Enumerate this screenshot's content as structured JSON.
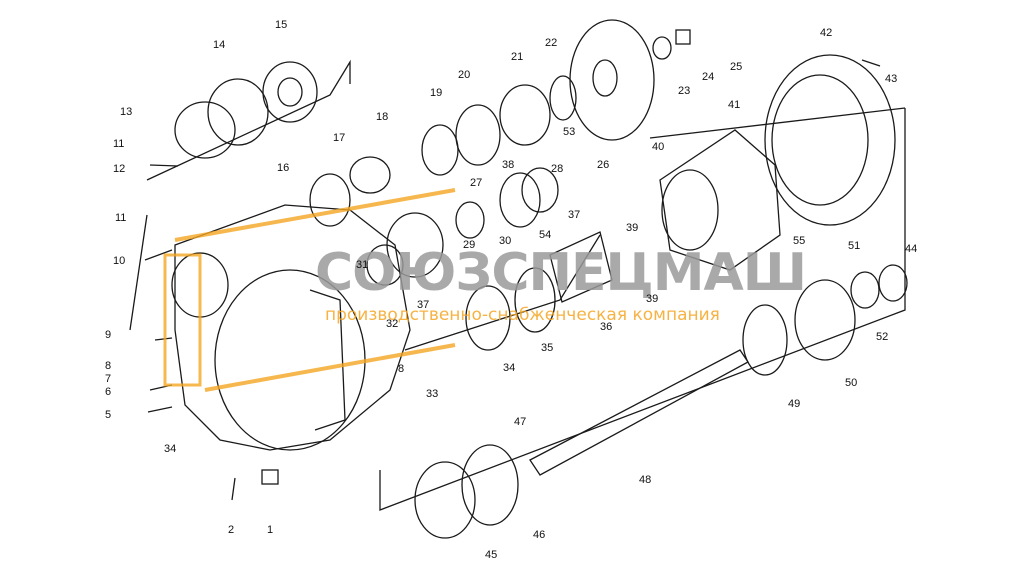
{
  "diagram": {
    "type": "exploded-parts-drawing",
    "line_color": "#1a1a1a",
    "callouts": [
      "1",
      "2",
      "5",
      "6",
      "7",
      "8",
      "8",
      "9",
      "10",
      "11",
      "11",
      "12",
      "13",
      "14",
      "15",
      "16",
      "17",
      "18",
      "19",
      "20",
      "21",
      "22",
      "23",
      "24",
      "25",
      "26",
      "27",
      "28",
      "29",
      "30",
      "31",
      "32",
      "33",
      "34",
      "34",
      "35",
      "36",
      "37",
      "37",
      "38",
      "39",
      "39",
      "40",
      "41",
      "42",
      "43",
      "44",
      "45",
      "46",
      "47",
      "48",
      "49",
      "50",
      "51",
      "52",
      "53",
      "54",
      "55"
    ]
  },
  "watermark": {
    "brand": "СОЮЗСПЕЦМАШ",
    "tagline": "производственно-снабженческая компания",
    "brand_color": "#9a9a9a",
    "accent_color": "#f5a623"
  }
}
